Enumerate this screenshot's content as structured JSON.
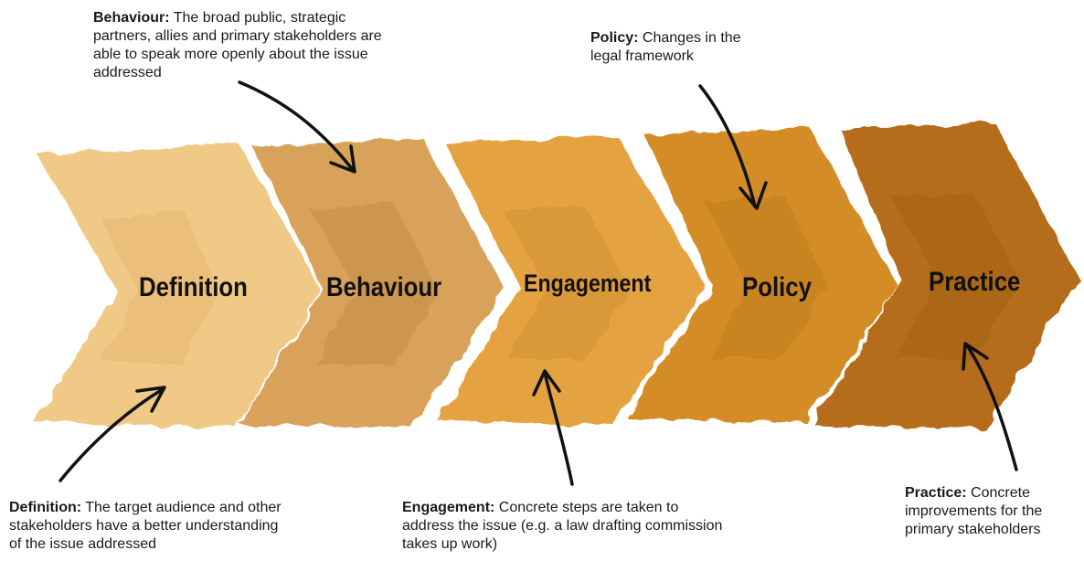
{
  "colors": {
    "stage_fills": [
      "#f0c987",
      "#d9a25a",
      "#e4a33f",
      "#d48d26",
      "#b56d1a"
    ],
    "stage_shades": [
      "#e2ad62",
      "#b8803c",
      "#c98828",
      "#b57517",
      "#95560f"
    ],
    "text": "#111111",
    "arrow": "#111111"
  },
  "stages": [
    {
      "label": "Definition"
    },
    {
      "label": "Behaviour"
    },
    {
      "label": "Engagement"
    },
    {
      "label": "Policy"
    },
    {
      "label": "Practice"
    }
  ],
  "annotations": [
    {
      "term": "Behaviour:",
      "text": "The broad public, strategic partners, allies and primary stakeholders are able to speak more openly about the issue addressed"
    },
    {
      "term": "Policy:",
      "text": "Changes in the legal framework"
    },
    {
      "term": "Definition:",
      "text": "The target audience and other stakeholders have a better understanding of the issue addressed"
    },
    {
      "term": "Engagement:",
      "text": "Concrete steps are taken to address the issue (e.g. a law drafting commission takes up work)"
    },
    {
      "term": "Practice:",
      "text": "Concrete improvements for the primary stakeholders"
    }
  ]
}
